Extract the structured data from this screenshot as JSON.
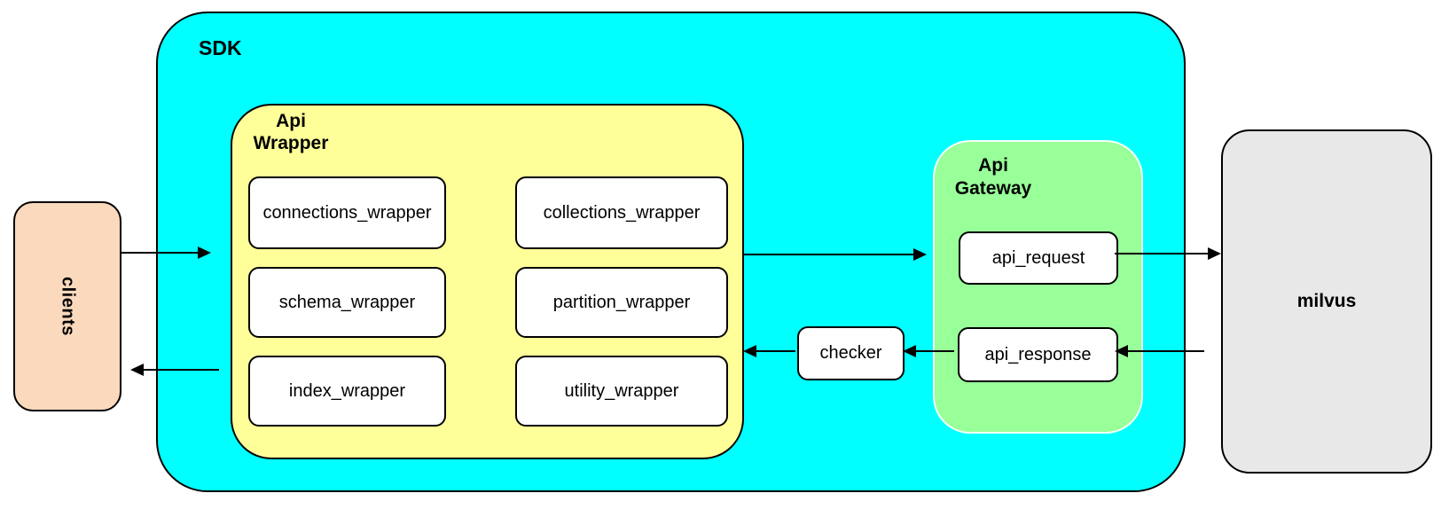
{
  "background": "#FFFFFF",
  "colors": {
    "sdk_fill": "#00FFFF",
    "wrapper_fill": "#FFFF99",
    "gateway_fill": "#99FF99",
    "clients_fill": "#FAD9BD",
    "milvus_fill": "#E8E8E8",
    "node_fill": "#FFFFFF",
    "stroke": "#000000"
  },
  "diagram": {
    "clients": {
      "label": "clients"
    },
    "sdk": {
      "label": "SDK"
    },
    "api_wrapper": {
      "label_line1": "Api",
      "label_line2": "Wrapper",
      "boxes": [
        "connections_wrapper",
        "collections_wrapper",
        "schema_wrapper",
        "partition_wrapper",
        "index_wrapper",
        "utility_wrapper"
      ]
    },
    "checker": {
      "label": "checker"
    },
    "api_gateway": {
      "label_line1": "Api",
      "label_line2": "Gateway",
      "boxes": [
        "api_request",
        "api_response"
      ]
    },
    "milvus": {
      "label": "milvus"
    },
    "flows": [
      "clients -> SDK",
      "Api Wrapper -> Api Gateway",
      "api_request -> milvus",
      "milvus -> api_response",
      "api_response -> checker",
      "checker -> Api Wrapper",
      "SDK -> clients"
    ]
  }
}
